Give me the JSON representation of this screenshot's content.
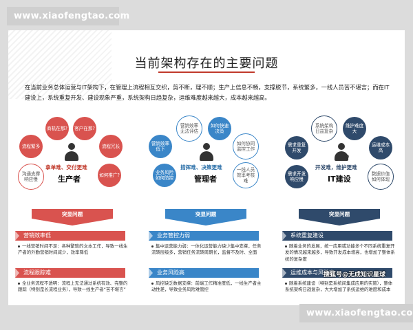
{
  "watermark": "www.xiaofengtao.com",
  "title": "当前架构存在的主要问题",
  "intro": "在当前业务总体运营与IT架构下，在管理上流程相互交织，剪不断，理不顺；生产上信息不畅，支撑脱节，系统繁多，一线人员苦不堪言；而在IT建设上，系统重复开发、建设现象严重，系统架构日趋复杂，运维难度越来越大，成本越来越高。",
  "stamp": "搜狐号@无成知识星球",
  "colors": {
    "red": "#d9534f",
    "blue": "#3a86c8",
    "navy": "#2f4a6b",
    "accent": "#c0392b"
  },
  "hubs": [
    {
      "role": "生产者",
      "caption": "拿单难、交付更难",
      "icon": "person-icon",
      "bubbles": [
        "商机在那?",
        "客户在那?",
        "流程繁多",
        "流程冗长",
        "沟通支撑响应慢",
        "如何推广?"
      ]
    },
    {
      "role": "管理者",
      "caption": "措挥难、决策更难",
      "icon": "person-icon",
      "bubbles": [
        "营销效率无法评估",
        "如何快速决策",
        "营销效率低下",
        "如何协同监控工作",
        "业务风险如何防控",
        "一线人员效率考核难"
      ]
    },
    {
      "role": "IT建设",
      "caption": "开发难，维护更难",
      "icon": "gear-person-icon",
      "bubbles": [
        "系统架构日益复杂",
        "维护难度大",
        "需求重复开发",
        "运维成本高",
        "需求开发响应慢",
        "数据价值如何体现"
      ]
    }
  ],
  "columns": [
    {
      "chevron": "突显问题",
      "items": [
        {
          "heading": "营销效率低",
          "lines": [
            "一线营销时间不足：各种繁琐的文本工作，导致一线生产者的外勤营销时间减少，效率降低"
          ]
        },
        {
          "heading": "流程跟踪难",
          "lines": [
            "全业务流程不透明：流程上无法通过系统有效、完整的跟踪（特别是长流程业务），导致一线生产者“苦不堪言”"
          ]
        }
      ]
    },
    {
      "chevron": "突显问题",
      "items": [
        {
          "heading": "业务管控力弱",
          "lines": [
            "集中运营能力弱：一体化运营能力缺少集中支撑，任务流转层级多，营销任务流转周期长，监督不及时、全面"
          ]
        },
        {
          "heading": "业务风险高",
          "lines": [
            "风控缺乏数据支撑：前端工作精准度低，一线生产者主动性差，导致业务风险难管控"
          ]
        }
      ]
    },
    {
      "chevron": "突显问题",
      "items": [
        {
          "heading": "系统重复建设",
          "lines": [
            "随着业务的发展，统一应用或功能多个不同系统重复开发的情况越来越多，导致开发成本增高，也增加了整体系统的复杂度"
          ]
        },
        {
          "heading": "运维成本与风险高",
          "lines": [
            "随着系统建设（特别是系统间集成应用的实施），整体系统架构日趋复杂，大大增加了系统运维的难度和成本"
          ]
        }
      ]
    }
  ]
}
